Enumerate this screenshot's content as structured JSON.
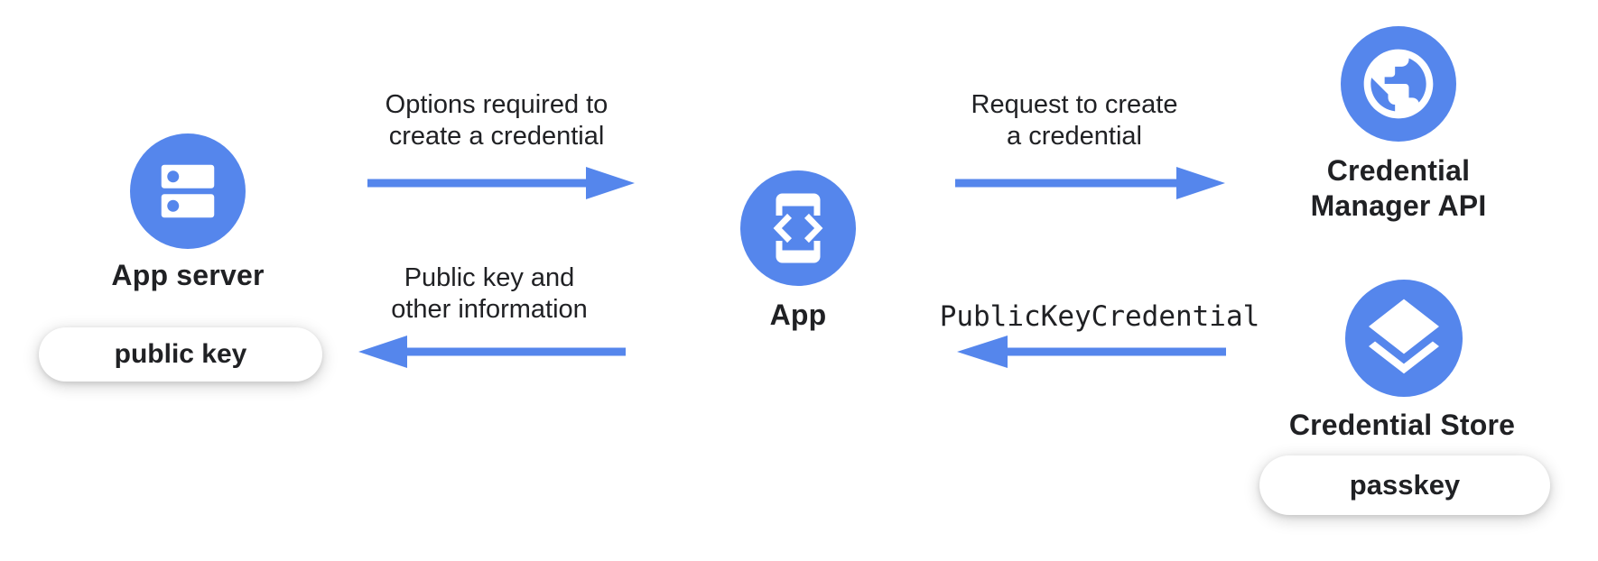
{
  "colors": {
    "accent_blue": "#5586EC",
    "text": "#202124",
    "icon_fg": "#FFFFFF",
    "pill_bg": "#FFFFFF",
    "canvas_bg": "#FFFFFF"
  },
  "nodes": {
    "app_server": {
      "label": "App server",
      "badge": "public key",
      "icon": "server-icon"
    },
    "app": {
      "label": "App",
      "icon": "phone-code-icon"
    },
    "credential_manager_api": {
      "label_line1": "Credential",
      "label_line2": "Manager API",
      "icon": "globe-icon"
    },
    "credential_store": {
      "label": "Credential Store",
      "badge": "passkey",
      "icon": "layers-icon"
    }
  },
  "flows": {
    "options": {
      "line1": "Options required to",
      "line2": "create a credential",
      "direction": "right",
      "from": "App server",
      "to": "App"
    },
    "request": {
      "line1": "Request to create",
      "line2": "a credential",
      "direction": "right",
      "from": "App",
      "to": "Credential Manager API"
    },
    "public_key_credential": {
      "label": "PublicKeyCredential",
      "direction": "left",
      "from": "Credential Store",
      "to": "App"
    },
    "public_key_info": {
      "line1": "Public key and",
      "line2": "other information",
      "direction": "left",
      "from": "App",
      "to": "App server"
    }
  }
}
